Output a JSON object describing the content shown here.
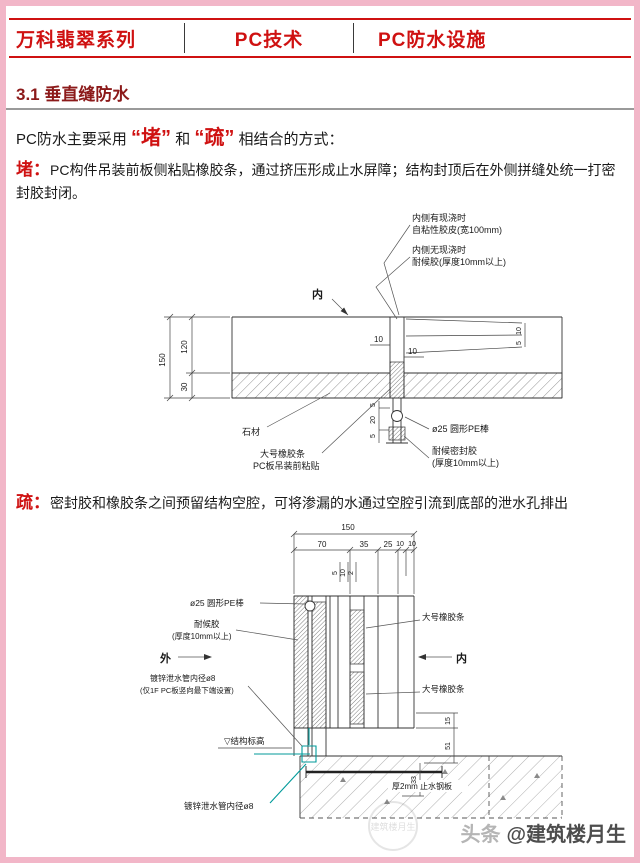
{
  "page": {
    "accent_red": "#cf1111",
    "title_color": "#8c1a1a",
    "teal": "#009a9a",
    "border_pink": "#f2b6c8"
  },
  "header": {
    "items": [
      "万科翡翠系列",
      "PC技术",
      "PC防水设施"
    ]
  },
  "section": {
    "title": "3.1 垂直缝防水"
  },
  "intro": {
    "prefix": "PC防水主要采用",
    "q1": "“堵”",
    "mid": "和",
    "q2": "“疏”",
    "suffix": "相结合的方式："
  },
  "du": {
    "label": "堵：",
    "text": "PC构件吊装前板侧粘贴橡胶条，通过挤压形成止水屏障；结构封顶后在外侧拼缝处统一打密封胶封闭。"
  },
  "shu": {
    "label": "疏：",
    "text": "密封胶和橡胶条之间预留结构空腔，可将渗漏的水通过空腔引流到底部的泄水孔排出"
  },
  "d1": {
    "cast1": "内侧有现浇时",
    "cast2": "自粘性胶皮(宽100mm)",
    "nocast1": "内侧无现浇时",
    "nocast2": "耐候胶(厚度10mm以上)",
    "inner": "内",
    "stone": "石材",
    "rubber1": "大号橡胶条",
    "rubber2": "PC板吊装前粘贴",
    "pe": "ø25 圆形PE棒",
    "seal1": "耐候密封胶",
    "seal2": "(厚度10mm以上)",
    "dim_total": "150",
    "dim_upper": "120",
    "dim_lower": "30",
    "dim_j1": "10",
    "dim_j2": "10",
    "dim_r1": "10",
    "dim_r2": "5",
    "dim_b1": "5",
    "dim_b2": "20",
    "dim_b3": "5"
  },
  "d2": {
    "dim_total": "150",
    "seg1": "70",
    "seg2": "35",
    "seg3": "25",
    "seg4": "10",
    "seg5": "10",
    "small1": "5",
    "small2": "10",
    "small3": "2",
    "pe": "ø25 圆形PE棒",
    "seal1": "耐候胶",
    "seal2": "(厚度10mm以上)",
    "outer": "外",
    "inner": "内",
    "drain1": "镀锌泄水管内径ø8",
    "drain2": "(仅1F PC板竖向最下端设置)",
    "rubber_top": "大号橡胶条",
    "rubber_bottom": "大号橡胶条",
    "level": "▽结构标高",
    "dim_r1": "15",
    "dim_r2": "51",
    "dim_r3": "33",
    "drain_bottom": "镀锌泄水管内径ø8",
    "steel": "厚2mm 止水钢板"
  },
  "watermark": {
    "badge": "头条",
    "handle": "@建筑楼月生",
    "faint": "建筑楼月生"
  }
}
